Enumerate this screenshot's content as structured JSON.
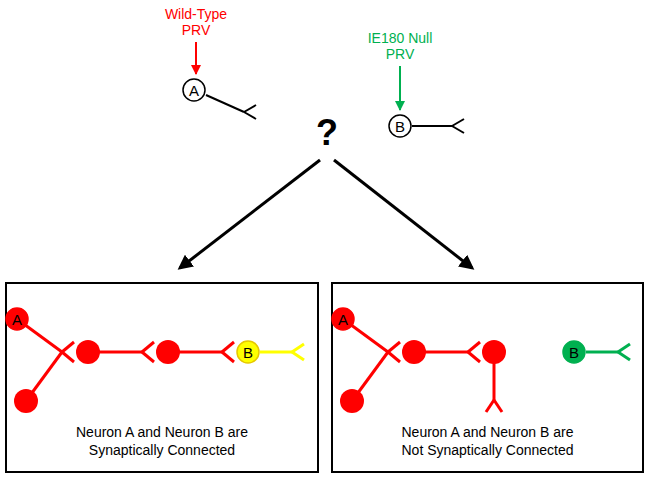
{
  "diagram": {
    "nodes": [
      {
        "text": [
          "A"
        ]
      },
      {
        "text": [
          "B"
        ]
      },
      {
        "text": [
          "Neuron A and Neuron B are Synaptically Connected"
        ]
      },
      {
        "text": [
          "A"
        ],
        "in": 2
      },
      {
        "text": [
          "B"
        ],
        "in": 2
      },
      {
        "text": [
          "Neuron A and Neuron B are Not Synaptically Connected"
        ]
      },
      {
        "text": [
          "A"
        ],
        "in": 5
      },
      {
        "text": [
          "B"
        ],
        "in": 5
      }
    ],
    "labels": [
      "Wild-Type PRV",
      "IE180 Null PRV",
      "?"
    ]
  }
}
